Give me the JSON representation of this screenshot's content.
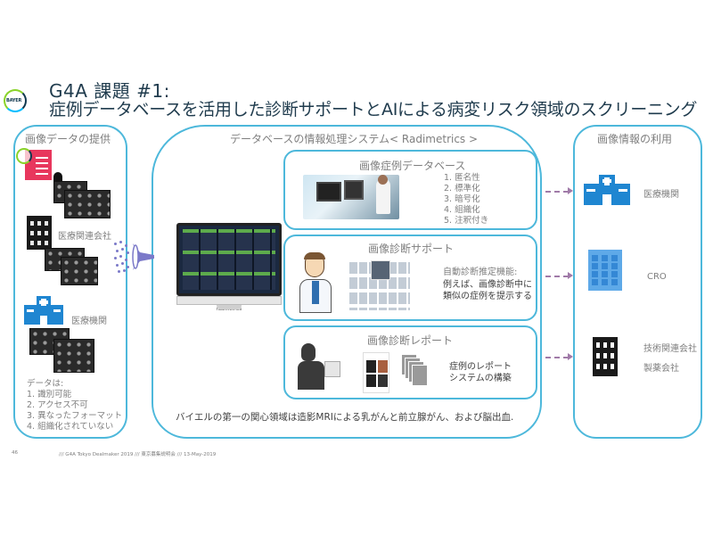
{
  "header": {
    "logo_text": "BAYER",
    "title_line1": "G4A 課題 #1:",
    "title_line2": "症例データベースを活用した診断サポートとAIによる病変リスク領域のスクリーニング"
  },
  "left_panel": {
    "title": "画像データの提供",
    "providers": [
      {
        "label": "",
        "icon": "bayer-building-icon"
      },
      {
        "label": "医療関連会社",
        "icon": "office-building-icon"
      },
      {
        "label": "医療機関",
        "icon": "hospital-icon"
      }
    ],
    "data_heading": "データは:",
    "data_items": [
      "1. 識別可能",
      "2. アクセス不可",
      "3. 異なったフォーマット",
      "4. 組織化されていない"
    ]
  },
  "middle_panel": {
    "title": "データベースの情報処理システム< Radimetrics >",
    "monitor_label": "radimetrics",
    "sections": [
      {
        "title": "画像症例データベース",
        "items": [
          "1. 匿名性",
          "2. 標準化",
          "3. 暗号化",
          "4. 組織化",
          "5. 注釈付き"
        ]
      },
      {
        "title": "画像診断サポート",
        "text_lines": [
          "自動診断推定機能:",
          "例えば、画像診断中に",
          "類似の症例を提示する"
        ]
      },
      {
        "title": "画像診断レポート",
        "text_lines": [
          "症例のレポート",
          "システムの構築"
        ]
      }
    ],
    "bottom_note": "バイエルの第一の関心領域は造影MRIによる乳がんと前立腺がん、および脳出血."
  },
  "right_panel": {
    "title": "画像情報の利用",
    "users": [
      {
        "label": "医療機関",
        "icon": "hospital-icon"
      },
      {
        "label": "CRO",
        "icon": "tower-building-icon"
      },
      {
        "label": "技術関連会社",
        "label2": "製薬会社",
        "icon": "office-building-icon"
      }
    ]
  },
  "footer": {
    "page_number": "46",
    "text": "/// G4A Tokyo Dealmaker 2019 /// 東京募集説明会  ///  13-May-2019"
  },
  "colors": {
    "border": "#4db8db",
    "arrow": "#a07aa8",
    "title": "#1f3b4d",
    "hospital_blue": "#1f86d1",
    "bayer_pink": "#e8375d"
  }
}
